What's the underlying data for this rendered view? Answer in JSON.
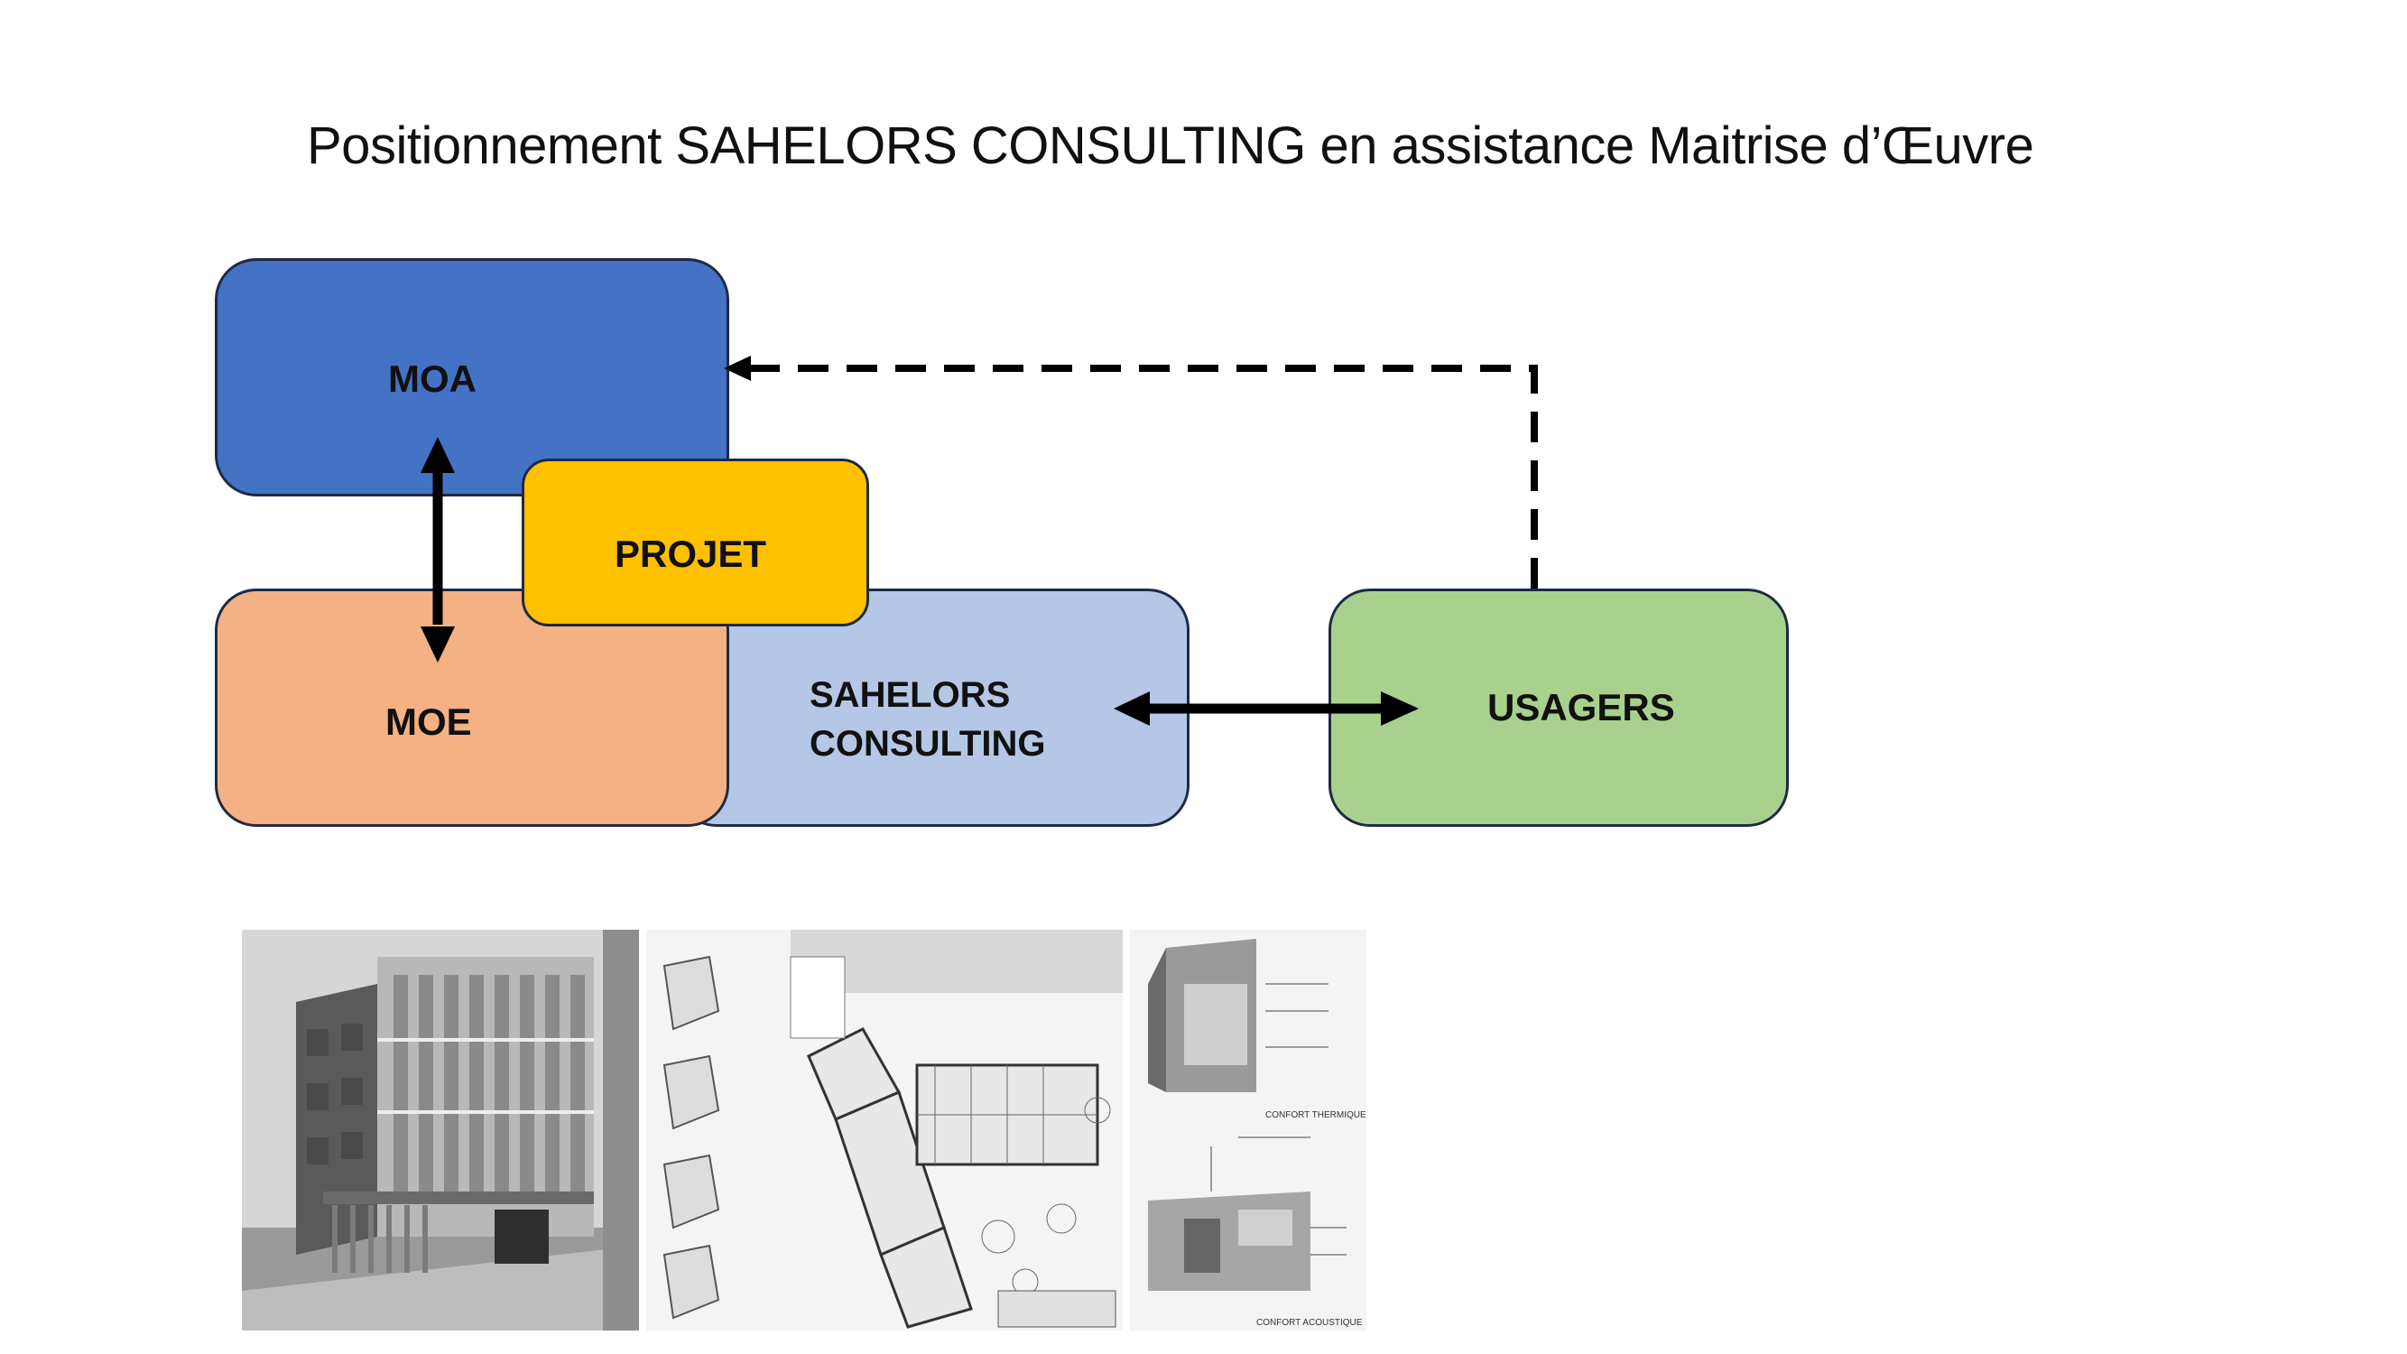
{
  "title": "Positionnement SAHELORS CONSULTING en assistance Maitrise d’Œuvre",
  "nodes": {
    "moa": {
      "label": "MOA",
      "color": "#4472c4"
    },
    "moe": {
      "label": "MOE",
      "color": "#f4b183"
    },
    "projet": {
      "label": "PROJET",
      "color": "#ffc000"
    },
    "sahelors": {
      "line1": "SAHELORS",
      "line2": "CONSULTING",
      "color": "#b4c7e7"
    },
    "usagers": {
      "label": "USAGERS",
      "color": "#a9d18e"
    }
  },
  "images": {
    "building": {
      "icon": "building-rendering-image"
    },
    "plan": {
      "icon": "ground-floor-plan-image"
    },
    "comfort": {
      "icon": "comfort-diagrams-image",
      "caption_top": "CONFORT THERMIQUE",
      "caption_bottom": "CONFORT ACOUSTIQUE"
    }
  }
}
